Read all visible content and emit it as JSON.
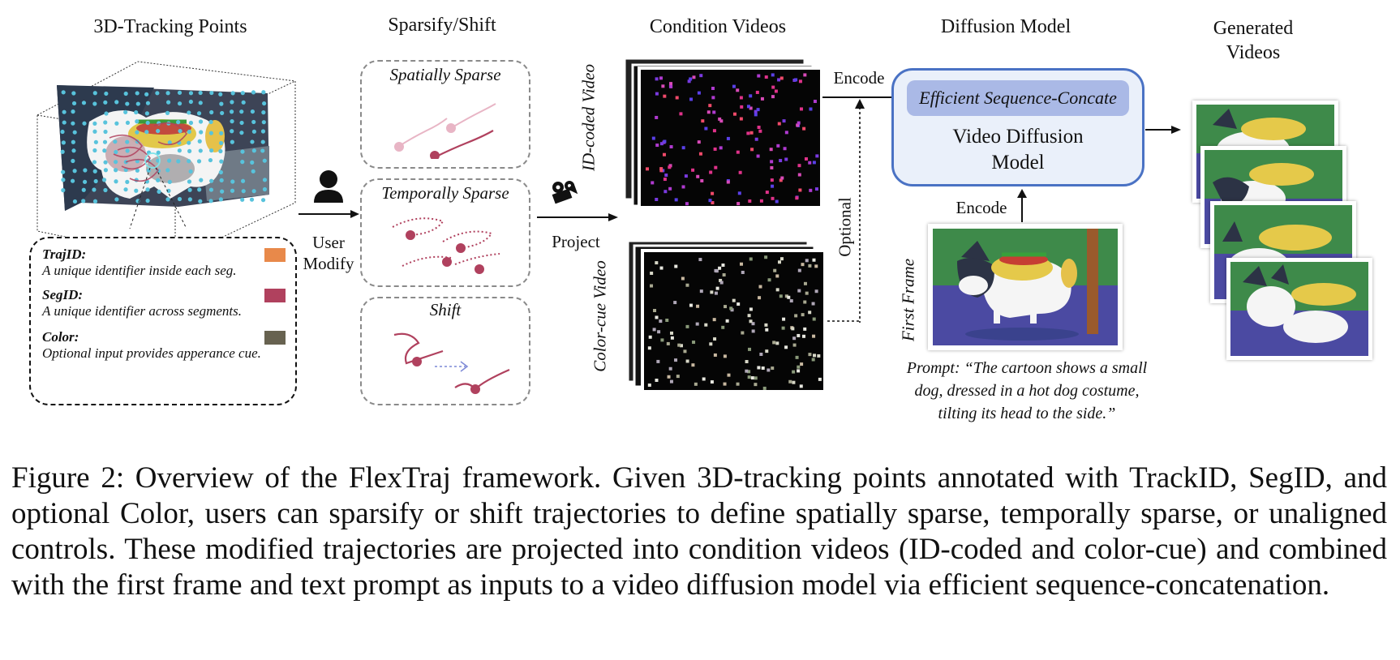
{
  "headers": {
    "tracking": "3D-Tracking Points",
    "sparsify": "Sparsify/Shift",
    "condition": "Condition Videos",
    "diffusion": "Diffusion Model",
    "generated_line1": "Generated",
    "generated_line2": "Videos"
  },
  "legend": [
    {
      "title": "TrajID",
      "desc": "A unique identifier inside each seg.",
      "color": "#e8894a"
    },
    {
      "title": "SegID",
      "desc": "A unique identifier across segments.",
      "color": "#b0415e"
    },
    {
      "title": "Color",
      "desc": "Optional input provides apperance cue.",
      "color": "#676250"
    }
  ],
  "user_modify": {
    "line1": "User",
    "line2": "Modify"
  },
  "sparsify_boxes": {
    "spatial": "Spatially Sparse",
    "temporal": "Temporally  Sparse",
    "shift": "Shift"
  },
  "project_label": "Project",
  "condition_videos": {
    "id_coded": "ID-coded Video",
    "color_cue": "Color-cue Video"
  },
  "encode_top": "Encode",
  "optional_label": "Optional",
  "diffusion": {
    "efficient": "Efficient Sequence-Concate",
    "model_line1": "Video Diffusion",
    "model_line2": "Model"
  },
  "encode_bottom": "Encode",
  "first_frame": "First Frame",
  "prompt": {
    "line1": "Prompt: “The cartoon shows a small",
    "line2": "dog, dressed in a hot dog costume,",
    "line3": "tilting its head to the side.”"
  },
  "caption": "Figure 2: Overview of the FlexTraj framework. Given 3D-tracking points annotated with TrackID, SegID, and optional Color, users can sparsify or shift trajectories to define spatially sparse, temporally sparse, or unaligned controls. These modified trajectories are projected into condition videos (ID-coded and color-cue) and combined with the first frame and text prompt as inputs to a video diffusion model via efficient sequence-concatenation.",
  "colors": {
    "accent_blue": "#4a72c4",
    "efficient_bg": "#aab9e6",
    "model_bg": "#eaf0fa",
    "trajectory": "#b0415e",
    "trajectory_light": "#e8b5c5"
  }
}
